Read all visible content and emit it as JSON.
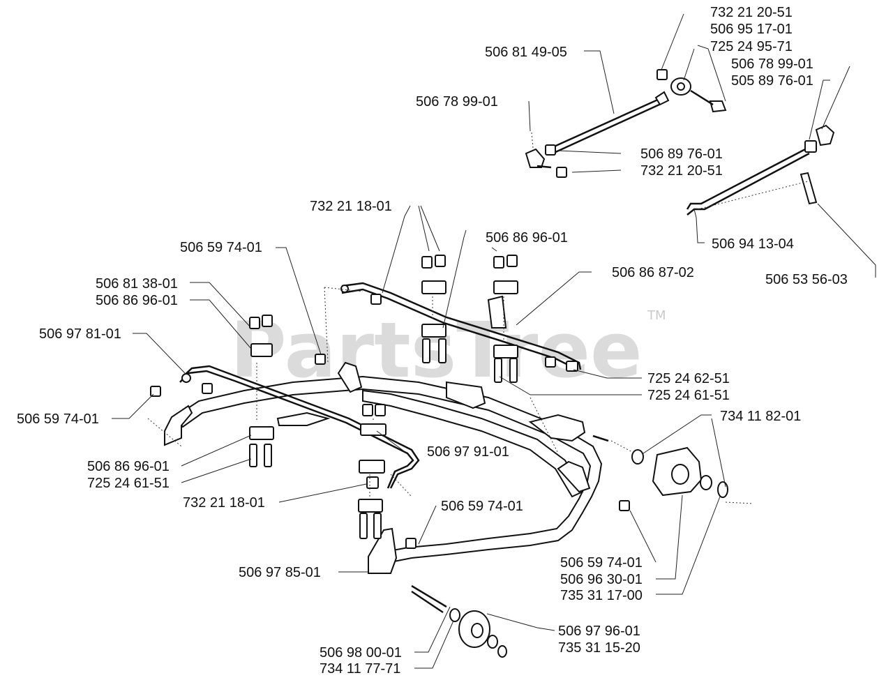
{
  "watermark": {
    "text": "PartsTree",
    "trademark": "TM"
  },
  "labels": {
    "l_732_21_20_51_top": "732 21 20-51",
    "l_506_95_17_01": "506 95 17-01",
    "l_725_24_95_71": "725 24 95-71",
    "l_506_81_49_05": "506 81 49-05",
    "l_506_78_99_01_right": "506 78 99-01",
    "l_505_89_76_01": "505 89 76-01",
    "l_506_78_99_01_left": "506 78 99-01",
    "l_506_89_76_01": "506 89 76-01",
    "l_732_21_20_51_mid": "732 21 20-51",
    "l_732_21_18_01_top": "732 21 18-01",
    "l_506_94_13_04": "506 94 13-04",
    "l_506_86_96_01_top": "506 86 96-01",
    "l_506_59_74_01_top": "506 59 74-01",
    "l_506_53_56_03": "506 53 56-03",
    "l_506_86_87_02": "506 86 87-02",
    "l_506_81_38_01": "506 81 38-01",
    "l_506_86_96_01_left": "506 86 96-01",
    "l_506_97_81_01": "506 97 81-01",
    "l_725_24_62_51": "725 24 62-51",
    "l_725_24_61_51_right": "725 24 61-51",
    "l_506_59_74_01_left": "506 59 74-01",
    "l_734_11_82_01": "734 11 82-01",
    "l_506_97_91_01": "506 97 91-01",
    "l_506_86_96_01_low": "506 86 96-01",
    "l_725_24_61_51_low": "725 24 61-51",
    "l_732_21_18_01_low": "732 21 18-01",
    "l_506_59_74_01_mid": "506 59 74-01",
    "l_506_59_74_01_right": "506 59 74-01",
    "l_506_96_30_01": "506 96 30-01",
    "l_735_31_17_00": "735 31 17-00",
    "l_506_97_85_01": "506 97 85-01",
    "l_506_97_96_01": "506 97 96-01",
    "l_735_31_15_20": "735 31 15-20",
    "l_506_98_00_01": "506 98 00-01",
    "l_734_11_77_71": "734 11 77-71"
  }
}
